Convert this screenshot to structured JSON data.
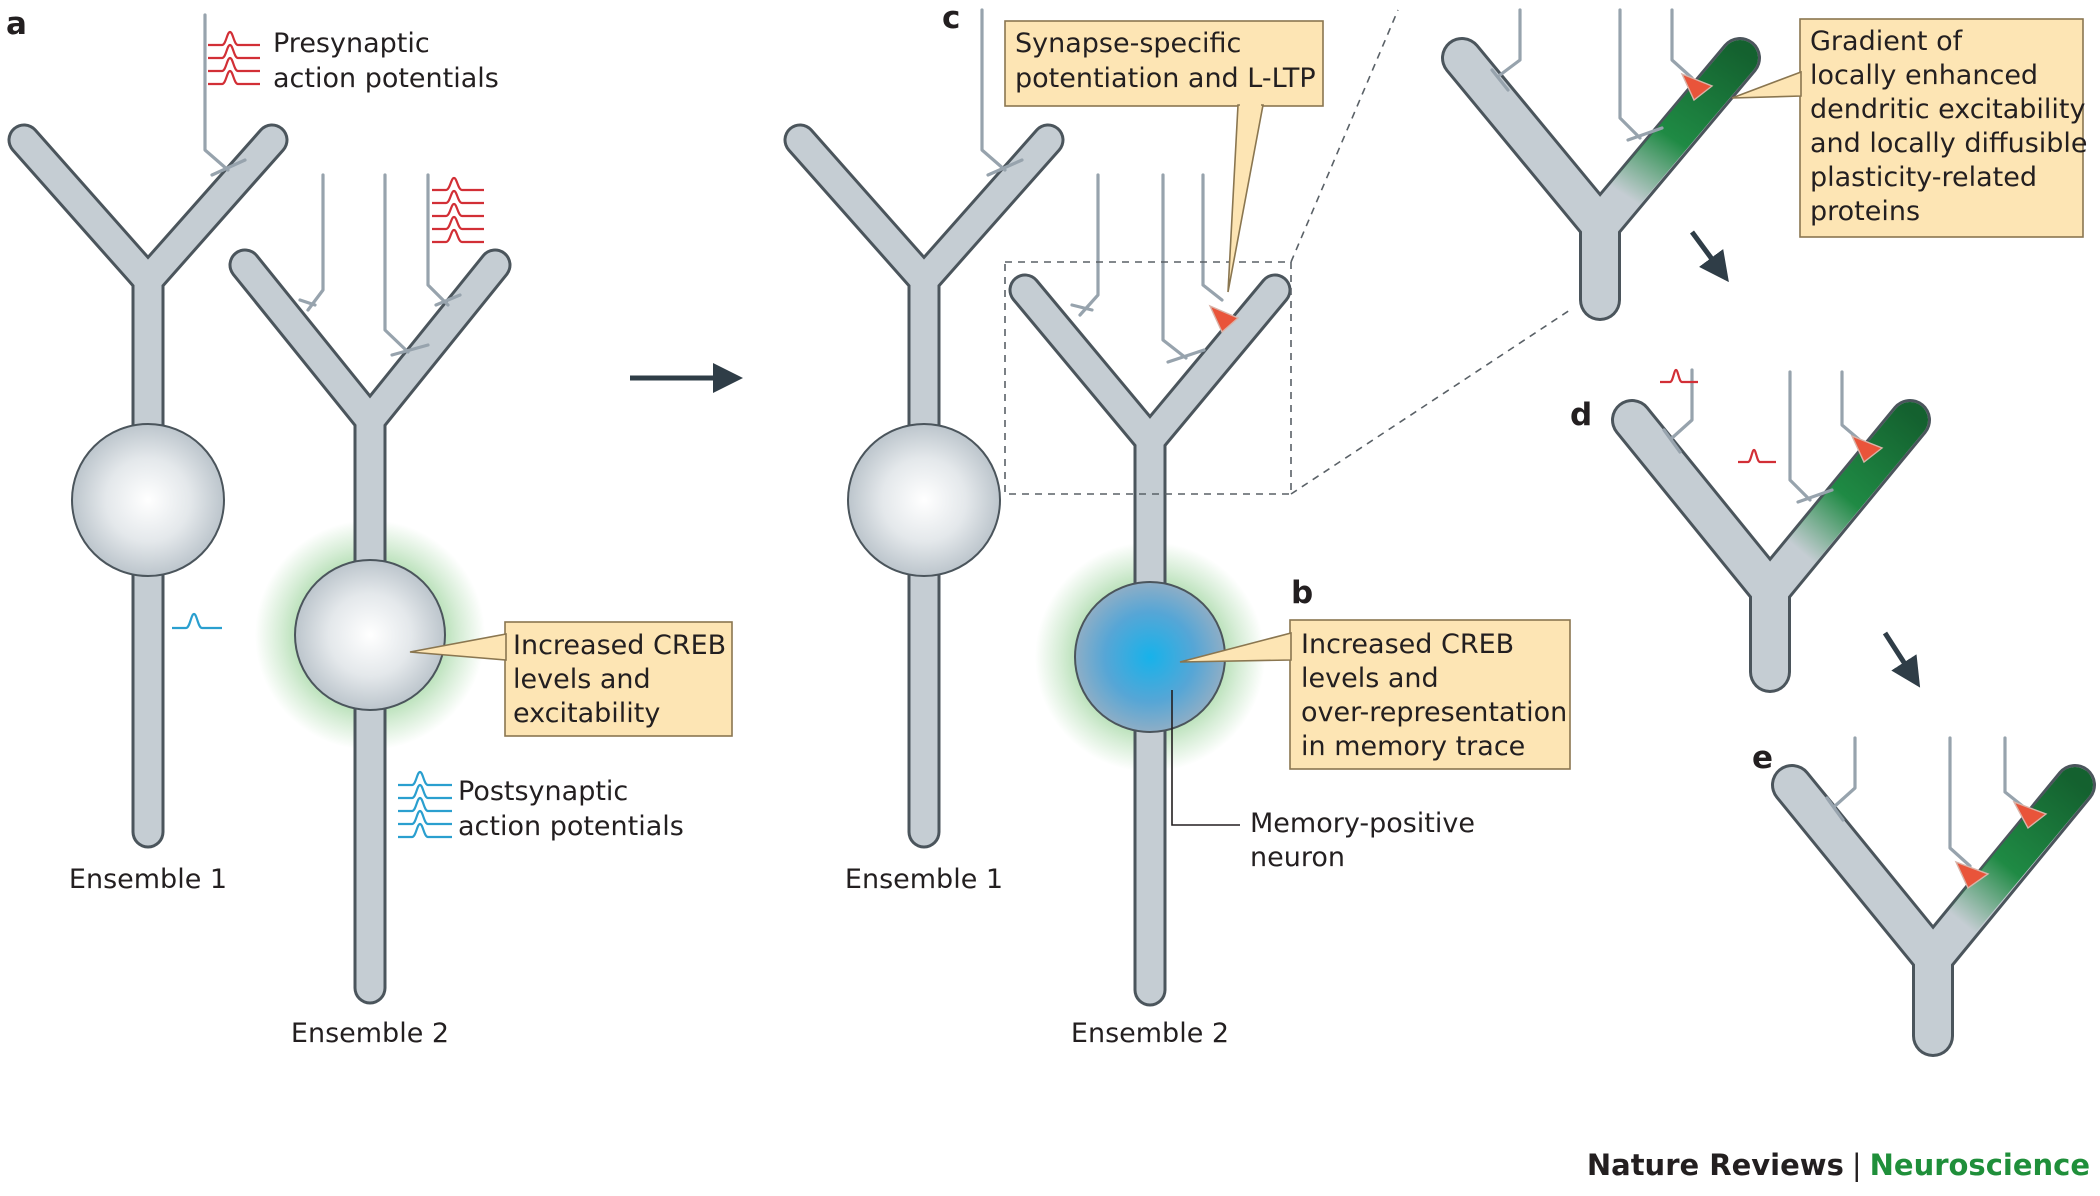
{
  "panels": {
    "a": "a",
    "b": "b",
    "c": "c",
    "d": "d",
    "e": "e"
  },
  "labels": {
    "presynaptic": [
      "Presynaptic",
      "action potentials"
    ],
    "postsynaptic": [
      "Postsynaptic",
      "action potentials"
    ],
    "ensemble1": "Ensemble 1",
    "ensemble2": "Ensemble 2",
    "memory_positive": [
      "Memory-positive",
      "neuron"
    ]
  },
  "callouts": {
    "creb_excitability": [
      "Increased CREB",
      "levels and",
      "excitability"
    ],
    "creb_overrep": [
      "Increased CREB",
      "levels and",
      "over-representation",
      "in memory trace"
    ],
    "synapse_specific": [
      "Synapse-specific",
      "potentiation and L-LTP"
    ],
    "gradient": [
      "Gradient of",
      "locally enhanced",
      "dendritic excitability",
      "and locally diffusible",
      "plasticity-related",
      "proteins"
    ]
  },
  "footer": {
    "journal": "Nature Reviews",
    "separator": "|",
    "section": "Neuroscience"
  },
  "colors": {
    "neuron_fill": "#c5cdd3",
    "neuron_outline": "#4b555c",
    "presynaptic_trace": "#d22f36",
    "postsynaptic_trace": "#2a9fcf",
    "callout_fill": "#fde5b4",
    "excitability_glow": "#5cb85c",
    "creb_blue": "#1fb4e6",
    "gradient_green": "#156b33",
    "synapse_red": "#e9543a",
    "journal_green": "#1f8f3a"
  }
}
